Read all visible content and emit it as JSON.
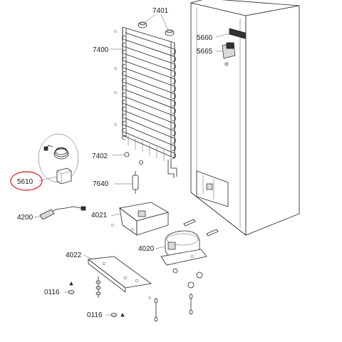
{
  "diagram": {
    "part_labels": {
      "p7401": "7401",
      "p7400": "7400",
      "p5660": "5660",
      "p5665": "5665",
      "p7402": "7402",
      "p5610": "5610",
      "p7640": "7640",
      "p4200": "4200",
      "p4021": "4021",
      "p4020": "4020",
      "p4022": "4022",
      "p0116a": "0116",
      "p0116b": "0116"
    },
    "highlight_color": "#d23a3a"
  }
}
